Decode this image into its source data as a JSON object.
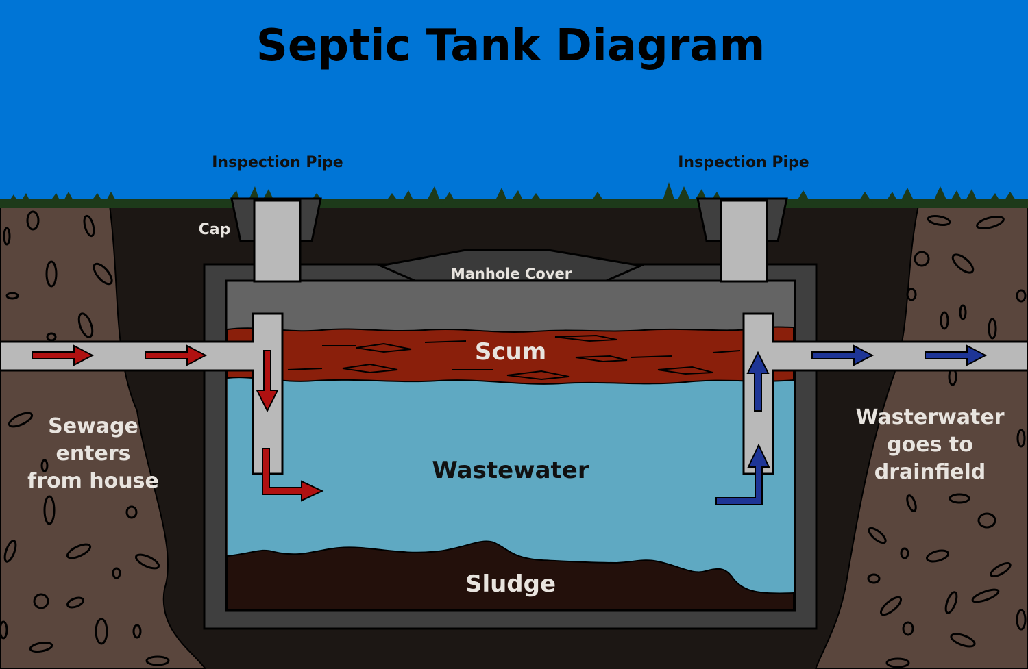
{
  "title": "Septic Tank Diagram",
  "labels": {
    "inspection_pipe_left": "Inspection Pipe",
    "inspection_pipe_right": "Inspection Pipe",
    "cap": "Cap",
    "manhole_cover": "Manhole Cover",
    "scum": "Scum",
    "wastewater": "Wastewater",
    "sludge": "Sludge",
    "inlet_lines": [
      "Sewage",
      "enters",
      "from house"
    ],
    "outlet_lines": [
      "Wasterwater",
      "goes to",
      "drainfield"
    ]
  },
  "colors": {
    "sky": "#0075d6",
    "grass": "#1d3a1a",
    "soil": "#5a463d",
    "soil_dark": "#1c1714",
    "tank_outer": "#3f3f3f",
    "tank_inner": "#646464",
    "pipe": "#b9b9b9",
    "scum": "#8a1f0b",
    "wastewater": "#5fa9c2",
    "sludge": "#23100b",
    "inflow_arrow": "#b01111",
    "outflow_arrow": "#1e3596",
    "label_light": "#e8e4df",
    "label_dark": "#111111"
  },
  "icons": {
    "inflow": "arrow-right-icon",
    "outflow": "arrow-right-icon"
  }
}
